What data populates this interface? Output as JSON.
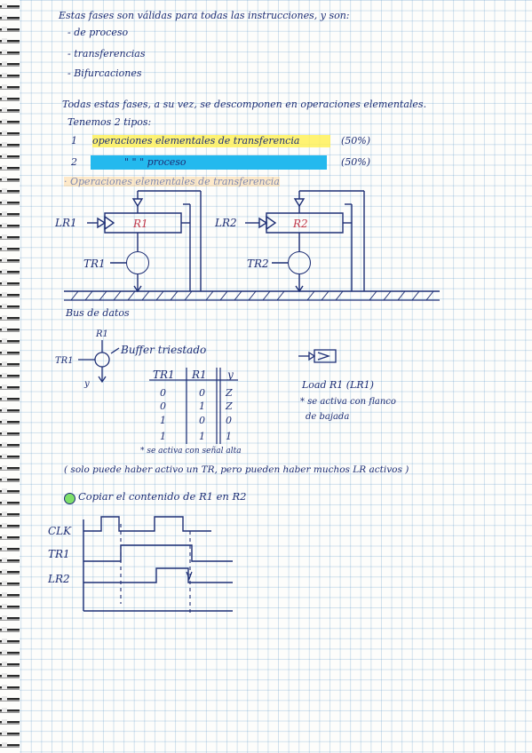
{
  "intro": {
    "line1": "Estas fases son válidas para todas las instrucciones, y son:",
    "items": [
      "- de proceso",
      "- transferencias",
      "- Bifurcaciones"
    ]
  },
  "decompose": {
    "line": "Todas estas fases, a su vez, se descomponen en operaciones elementales.",
    "line2": "Tenemos 2 tipos:",
    "types": [
      {
        "num": "1",
        "text": "operaciones elementales de transferencia",
        "pct": "(50%)"
      },
      {
        "num": "2",
        "text": "\"         \"         \"         proceso",
        "pct": "(50%)"
      }
    ],
    "extra": "· Operaciones elementales de transferencia"
  },
  "diagram": {
    "lr1": "LR1",
    "r1": "R1",
    "lr2": "LR2",
    "r2": "R2",
    "tr1": "TR1",
    "tr2": "TR2",
    "bus_label": "Bus de datos"
  },
  "buffer": {
    "top_label": "R1",
    "left_label": "TR1",
    "bottom_label": "y",
    "title": "Buffer triestado",
    "table": {
      "headers": [
        "TR1",
        "R1",
        "y"
      ],
      "rows": [
        [
          "0",
          "0",
          "Z"
        ],
        [
          "0",
          "1",
          "Z"
        ],
        [
          "1",
          "0",
          "0"
        ],
        [
          "1",
          "1",
          "1"
        ]
      ]
    },
    "note": "* se activa con señal alta",
    "load_label": "Load R1 (LR1)",
    "load_note1": "* se activa con flanco",
    "load_note2": "de bajada"
  },
  "remark": "( solo puede haber activo un TR, pero pueden haber muchos LR activos )",
  "copy_title": "Copiar el contenido de R1 en R2",
  "timing": {
    "signals": [
      "CLK",
      "TR1",
      "LR2"
    ]
  },
  "colors": {
    "ink": "#1d2e75",
    "highlight_yellow": "#fff050",
    "highlight_pink": "#ff78aa",
    "highlight_cyan": "#24b9ee",
    "dot_green": "#7ee06a"
  }
}
